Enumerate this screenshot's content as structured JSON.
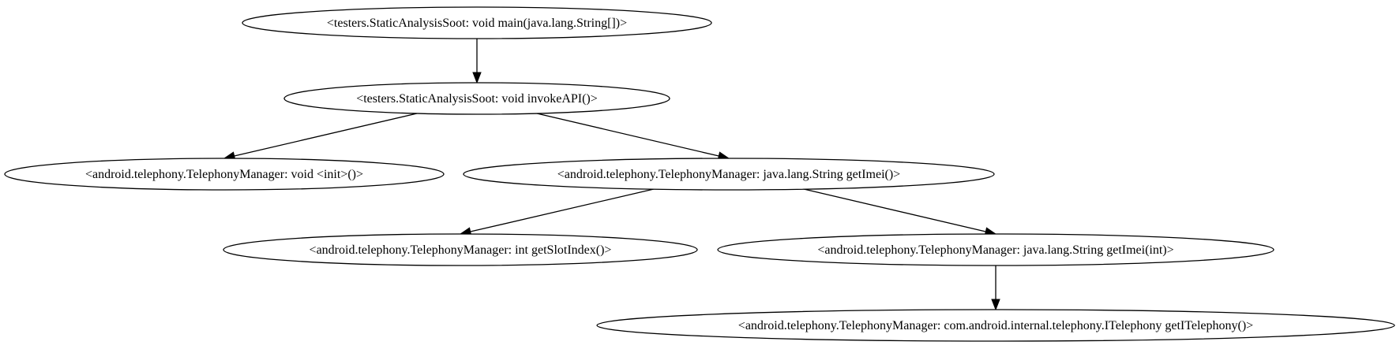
{
  "graph": {
    "nodes": [
      {
        "id": "n1",
        "label": "<testers.StaticAnalysisSoot: void main(java.lang.String[])>"
      },
      {
        "id": "n2",
        "label": "<testers.StaticAnalysisSoot: void invokeAPI()>"
      },
      {
        "id": "n3",
        "label": "<android.telephony.TelephonyManager: void <init>()>"
      },
      {
        "id": "n4",
        "label": "<android.telephony.TelephonyManager: java.lang.String getImei()>"
      },
      {
        "id": "n5",
        "label": "<android.telephony.TelephonyManager: int getSlotIndex()>"
      },
      {
        "id": "n6",
        "label": "<android.telephony.TelephonyManager: java.lang.String getImei(int)>"
      },
      {
        "id": "n7",
        "label": "<android.telephony.TelephonyManager: com.android.internal.telephony.ITelephony getITelephony()>"
      }
    ],
    "edges": [
      {
        "from": "n1",
        "to": "n2"
      },
      {
        "from": "n2",
        "to": "n3"
      },
      {
        "from": "n2",
        "to": "n4"
      },
      {
        "from": "n4",
        "to": "n5"
      },
      {
        "from": "n4",
        "to": "n6"
      },
      {
        "from": "n6",
        "to": "n7"
      }
    ]
  }
}
